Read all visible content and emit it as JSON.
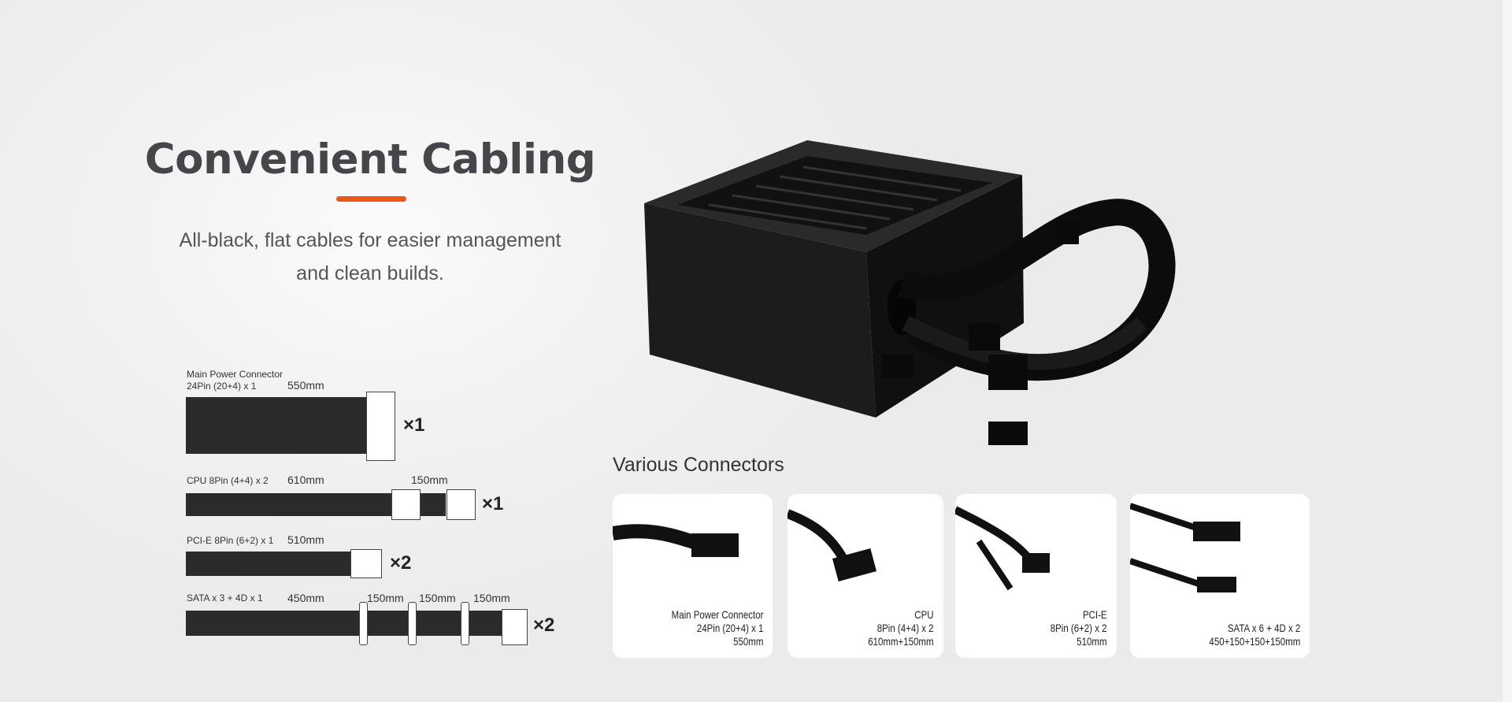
{
  "header": {
    "title": "Convenient Cabling",
    "subtitle_line1": "All-black, flat cables for easier management",
    "subtitle_line2": "and clean builds.",
    "accent_color": "#e55a1c"
  },
  "cables": [
    {
      "label1": "Main Power Connector",
      "label2": "24Pin (20+4) x 1",
      "length": "550mm",
      "multiplier": "×1"
    },
    {
      "label1": "CPU 8Pin (4+4) x 2",
      "length": "610mm",
      "extra_length": "150mm",
      "multiplier": "×1"
    },
    {
      "label1": "PCI-E 8Pin (6+2) x 1",
      "length": "510mm",
      "multiplier": "×2"
    },
    {
      "label1": "SATA x 3 + 4D x 1",
      "length": "450mm",
      "segments": [
        "150mm",
        "150mm",
        "150mm"
      ],
      "multiplier": "×2"
    }
  ],
  "connectors": {
    "heading": "Various Connectors",
    "cards": [
      {
        "line1": "Main Power Connector",
        "line2": "24Pin (20+4) x 1",
        "line3": "550mm"
      },
      {
        "line1": "CPU",
        "line2": "8Pin (4+4) x 2",
        "line3": "610mm+150mm"
      },
      {
        "line1": "PCI-E",
        "line2": "8Pin (6+2) x 2",
        "line3": "510mm"
      },
      {
        "line1": "SATA x 6 + 4D x 2",
        "line2": "450+150+150+150mm"
      }
    ]
  }
}
